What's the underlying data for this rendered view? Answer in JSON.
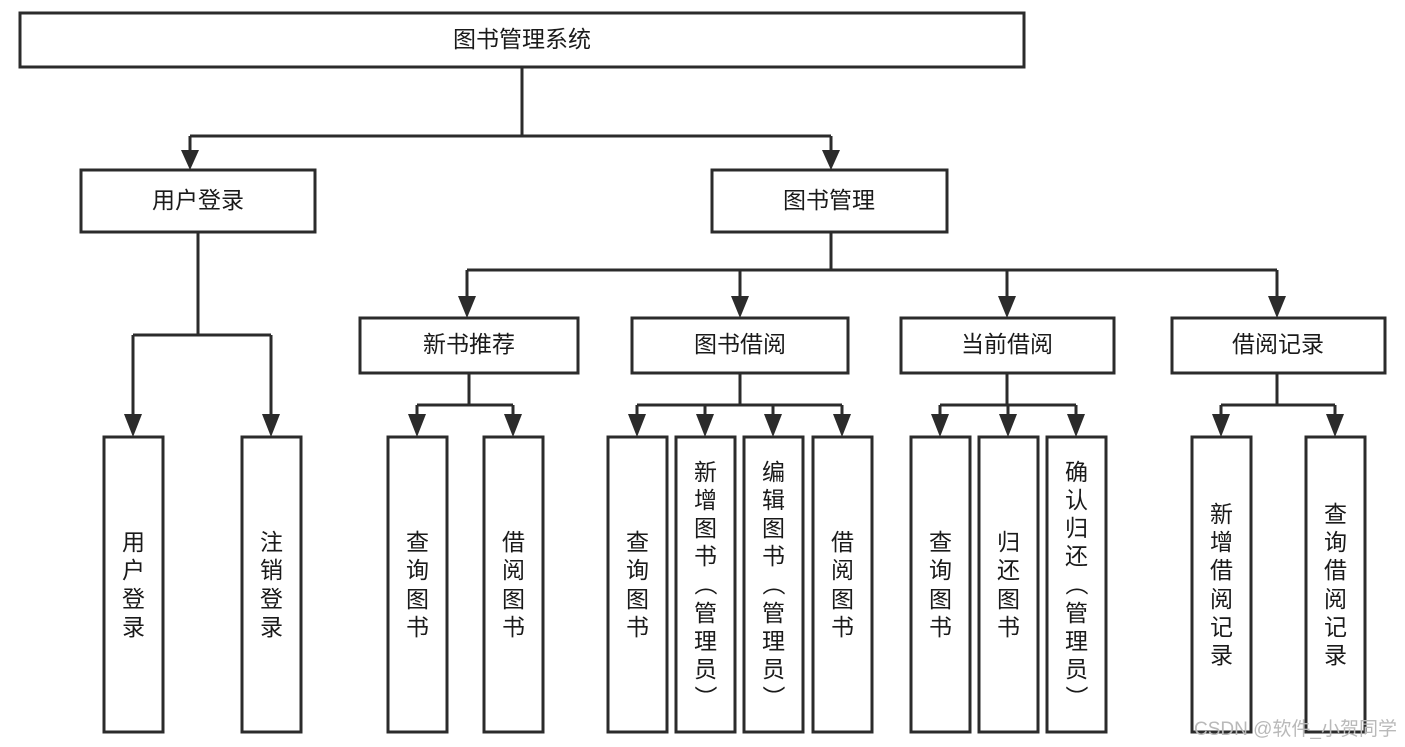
{
  "diagram": {
    "title": "图书管理系统",
    "type": "tree-hierarchy-diagram",
    "colors": {
      "background": "#ffffff",
      "stroke": "#2b2b2b",
      "box_fill": "#ffffff",
      "text": "#1a1a1a",
      "watermark": "#b9b9b9"
    },
    "root": {
      "label": "图书管理系统"
    },
    "level2": [
      {
        "label": "用户登录"
      },
      {
        "label": "图书管理"
      }
    ],
    "level3": [
      {
        "label": "新书推荐"
      },
      {
        "label": "图书借阅"
      },
      {
        "label": "当前借阅"
      },
      {
        "label": "借阅记录"
      }
    ],
    "leaves": {
      "user_login": [
        {
          "label": "用户登录"
        },
        {
          "label": "注销登录"
        }
      ],
      "new_book_recommend": [
        {
          "label": "查询图书"
        },
        {
          "label": "借阅图书"
        }
      ],
      "book_borrow": [
        {
          "label": "查询图书"
        },
        {
          "label": "新增图书（管理员）"
        },
        {
          "label": "编辑图书（管理员）"
        },
        {
          "label": "借阅图书"
        }
      ],
      "current_borrow": [
        {
          "label": "查询图书"
        },
        {
          "label": "归还图书"
        },
        {
          "label": "确认归还（管理员）"
        }
      ],
      "borrow_record": [
        {
          "label": "新增借阅记录"
        },
        {
          "label": "查询借阅记录"
        }
      ]
    }
  },
  "watermark": {
    "text": "CSDN @软件_小贺同学"
  }
}
